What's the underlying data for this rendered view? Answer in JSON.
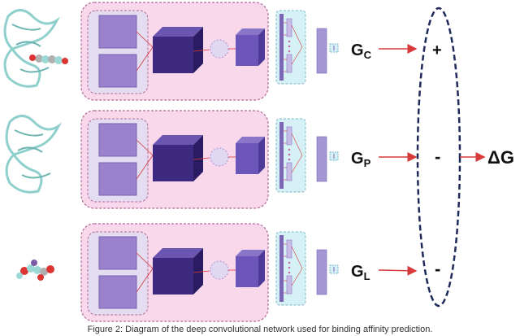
{
  "diagram": {
    "rows": [
      {
        "id": "complex",
        "output_label": "G",
        "output_sub": "C",
        "sign": "+"
      },
      {
        "id": "protein",
        "output_label": "G",
        "output_sub": "P",
        "sign": "-"
      },
      {
        "id": "ligand",
        "output_label": "G",
        "output_sub": "L",
        "sign": "-"
      }
    ],
    "result_label": "ΔG",
    "caption": "Figure 2: Diagram of the deep convolutional network used for binding affinity prediction."
  },
  "colors": {
    "panel_fill": "#f9d8ec",
    "panel_stroke": "#b06a9a",
    "input_panel_fill": "#e4dcf1",
    "input_square": "#9b82cc",
    "cube_front": "#3d2a80",
    "cube_top": "#6a55b0",
    "cube_side": "#2a1c63",
    "cube2_front": "#6c55b8",
    "pool_circle": "#e0d8f2",
    "fc_panel_fill": "#d6f1f6",
    "fc_bar": "#7a66b5",
    "arrow": "#d63a3a",
    "ellipse_stroke": "#1e2a5a",
    "molecule": "#8fd0cc"
  }
}
